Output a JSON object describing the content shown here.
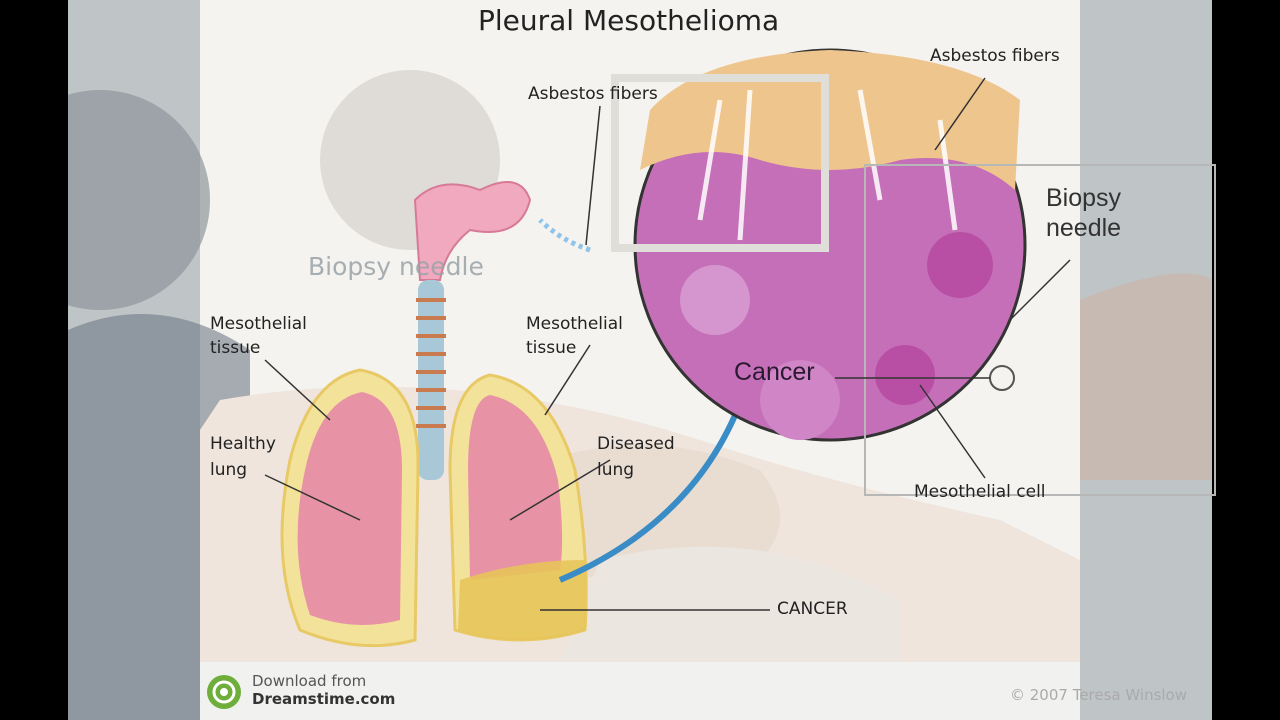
{
  "diagram": {
    "title": "Pleural Mesothelioma",
    "labels": {
      "asbestos_fibers_left": "Asbestos fibers",
      "asbestos_fibers_right": "Asbestos fibers",
      "biopsy_needle_left": "Biopsy needle",
      "biopsy_needle_right_1": "Biopsy",
      "biopsy_needle_right_2": "needle",
      "mesothelial_tissue_left_1": "Mesothelial",
      "mesothelial_tissue_left_2": "tissue",
      "mesothelial_tissue_right_1": "Mesothelial",
      "mesothelial_tissue_right_2": "tissue",
      "healthy_lung_1": "Healthy",
      "healthy_lung_2": "lung",
      "diseased_lung_1": "Diseased",
      "diseased_lung_2": "lung",
      "cancer_zoom": "Cancer",
      "cancer_lung": "CANCER",
      "mesothelial_cell": "Mesothelial cell"
    },
    "footer": {
      "download_line_1": "Download from",
      "download_line_2": "Dreamstime.com",
      "watermark": "© 2007 Teresa Winslow"
    }
  },
  "colors": {
    "lung_pink": "#e58aa6",
    "pleura_yellow": "#efd98a",
    "zoom_purple": "#c46fb8",
    "arrow_blue": "#3a8cc6"
  }
}
